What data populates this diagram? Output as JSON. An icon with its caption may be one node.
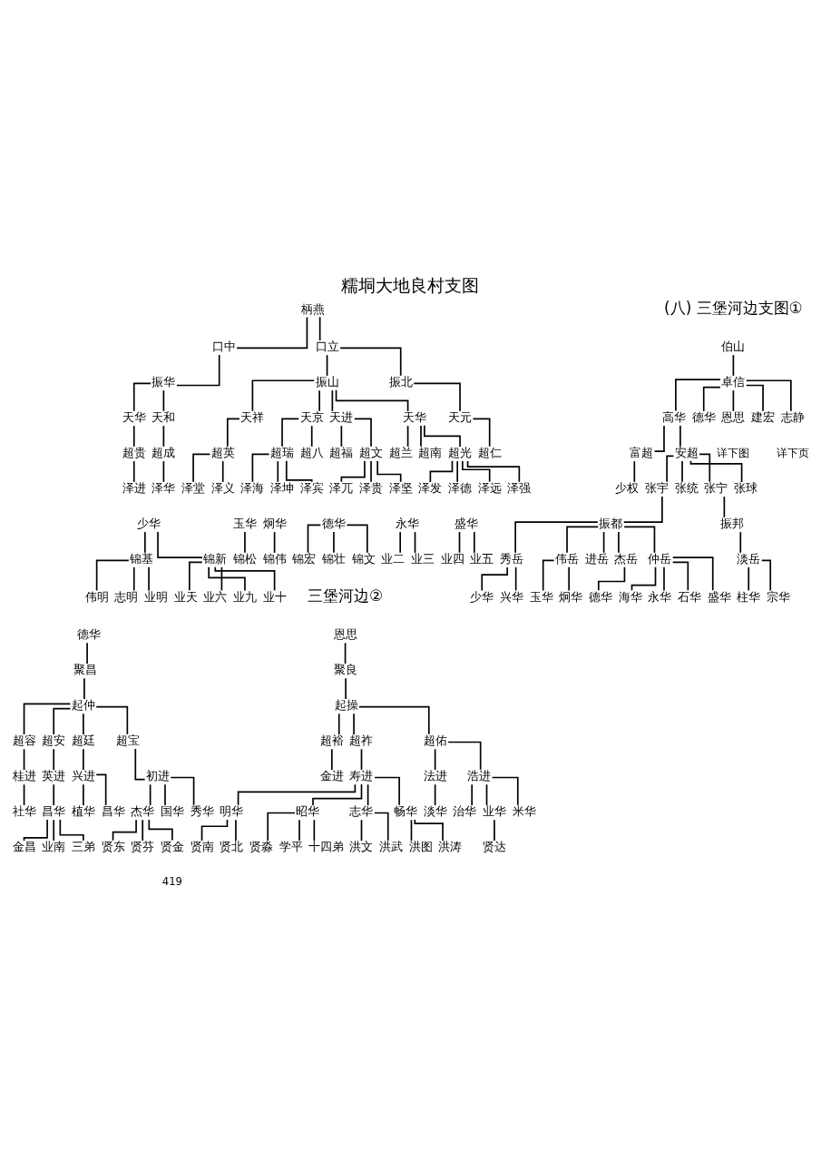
{
  "diagram": {
    "title": "糯垌大地良村支图",
    "nodes": [
      {
        "text": [
          "柄燕"
        ]
      },
      {
        "text": [
          "口中"
        ]
      },
      {
        "text": [
          "口立"
        ]
      },
      {
        "text": [
          "振华"
        ]
      },
      {
        "text": [
          "振山"
        ]
      },
      {
        "text": [
          "振北"
        ]
      },
      {
        "text": [
          "天华"
        ]
      },
      {
        "text": [
          "天和"
        ]
      },
      {
        "text": [
          "天祥"
        ]
      },
      {
        "text": [
          "天京"
        ]
      },
      {
        "text": [
          "天进"
        ]
      },
      {
        "text": [
          "天华"
        ]
      },
      {
        "text": [
          "天元"
        ]
      },
      {
        "text": [
          "超贵"
        ]
      },
      {
        "text": [
          "超成"
        ]
      },
      {
        "text": [
          "超英"
        ]
      },
      {
        "text": [
          "超瑞"
        ]
      },
      {
        "text": [
          "超八"
        ]
      },
      {
        "text": [
          "超福"
        ]
      },
      {
        "text": [
          "超文"
        ]
      },
      {
        "text": [
          "超兰"
        ]
      },
      {
        "text": [
          "超南"
        ]
      },
      {
        "text": [
          "超光"
        ]
      },
      {
        "text": [
          "超仁"
        ]
      },
      {
        "text": [
          "泽进"
        ]
      },
      {
        "text": [
          "泽华"
        ]
      },
      {
        "text": [
          "泽堂"
        ]
      },
      {
        "text": [
          "泽义"
        ]
      },
      {
        "text": [
          "泽海"
        ]
      },
      {
        "text": [
          "泽坤"
        ]
      },
      {
        "text": [
          "泽宾"
        ]
      },
      {
        "text": [
          "泽兀"
        ]
      },
      {
        "text": [
          "泽贵"
        ]
      },
      {
        "text": [
          "泽坚"
        ]
      },
      {
        "text": [
          "泽发"
        ]
      },
      {
        "text": [
          "泽德"
        ]
      },
      {
        "text": [
          "泽远"
        ]
      },
      {
        "text": [
          "泽强"
        ]
      },
      {
        "text": [
          "少华"
        ]
      },
      {
        "text": [
          "玉华"
        ]
      },
      {
        "text": [
          "炯华"
        ]
      },
      {
        "text": [
          "德华"
        ]
      },
      {
        "text": [
          "永华"
        ]
      },
      {
        "text": [
          "盛华"
        ]
      },
      {
        "text": [
          "锦基"
        ]
      },
      {
        "text": [
          "锦新"
        ]
      },
      {
        "text": [
          "锦松"
        ]
      },
      {
        "text": [
          "锦伟"
        ]
      },
      {
        "text": [
          "锦宏"
        ]
      },
      {
        "text": [
          "锦壮"
        ]
      },
      {
        "text": [
          "锦文"
        ]
      },
      {
        "text": [
          "业二"
        ]
      },
      {
        "text": [
          "业三"
        ]
      },
      {
        "text": [
          "业四"
        ]
      },
      {
        "text": [
          "业五"
        ]
      },
      {
        "text": [
          "伟明"
        ]
      },
      {
        "text": [
          "志明"
        ]
      },
      {
        "text": [
          "业明"
        ]
      },
      {
        "text": [
          "业天"
        ]
      },
      {
        "text": [
          "业六"
        ]
      },
      {
        "text": [
          "业九"
        ]
      },
      {
        "text": [
          "业十"
        ]
      },
      {
        "text": [
          "伯山"
        ]
      },
      {
        "text": [
          "卓信"
        ]
      },
      {
        "text": [
          "高华"
        ]
      },
      {
        "text": [
          "德华"
        ]
      },
      {
        "text": [
          "恩思"
        ]
      },
      {
        "text": [
          "建宏"
        ]
      },
      {
        "text": [
          "志静"
        ]
      },
      {
        "text": [
          "富超"
        ]
      },
      {
        "text": [
          "安超"
        ]
      },
      {
        "text": [
          "少权"
        ]
      },
      {
        "text": [
          "张宇"
        ]
      },
      {
        "text": [
          "张统"
        ]
      },
      {
        "text": [
          "张宁"
        ]
      },
      {
        "text": [
          "张球"
        ]
      },
      {
        "text": [
          "振都"
        ]
      },
      {
        "text": [
          "振邦"
        ]
      },
      {
        "text": [
          "秀岳"
        ]
      },
      {
        "text": [
          "伟岳"
        ]
      },
      {
        "text": [
          "进岳"
        ]
      },
      {
        "text": [
          "杰岳"
        ]
      },
      {
        "text": [
          "仲岳"
        ]
      },
      {
        "text": [
          "淡岳"
        ]
      },
      {
        "text": [
          "少华"
        ]
      },
      {
        "text": [
          "兴华"
        ]
      },
      {
        "text": [
          "玉华"
        ]
      },
      {
        "text": [
          "炯华"
        ]
      },
      {
        "text": [
          "德华"
        ]
      },
      {
        "text": [
          "海华"
        ]
      },
      {
        "text": [
          "永华"
        ]
      },
      {
        "text": [
          "石华"
        ]
      },
      {
        "text": [
          "盛华"
        ]
      },
      {
        "text": [
          "柱华"
        ]
      },
      {
        "text": [
          "宗华"
        ]
      },
      {
        "text": [
          "德华"
        ]
      },
      {
        "text": [
          "聚昌"
        ]
      },
      {
        "text": [
          "起仲"
        ]
      },
      {
        "text": [
          "超容"
        ]
      },
      {
        "text": [
          "超安"
        ]
      },
      {
        "text": [
          "超廷"
        ]
      },
      {
        "text": [
          "超宝"
        ]
      },
      {
        "text": [
          "桂进"
        ]
      },
      {
        "text": [
          "英进"
        ]
      },
      {
        "text": [
          "兴进"
        ]
      },
      {
        "text": [
          "初进"
        ]
      },
      {
        "text": [
          "社华"
        ]
      },
      {
        "text": [
          "昌华"
        ]
      },
      {
        "text": [
          "植华"
        ]
      },
      {
        "text": [
          "昌华"
        ]
      },
      {
        "text": [
          "杰华"
        ]
      },
      {
        "text": [
          "国华"
        ]
      },
      {
        "text": [
          "秀华"
        ]
      },
      {
        "text": [
          "金昌"
        ]
      },
      {
        "text": [
          "业南"
        ]
      },
      {
        "text": [
          "三弟"
        ]
      },
      {
        "text": [
          "贤东"
        ]
      },
      {
        "text": [
          "贤芬"
        ]
      },
      {
        "text": [
          "贤金"
        ]
      },
      {
        "text": [
          "恩思"
        ]
      },
      {
        "text": [
          "聚良"
        ]
      },
      {
        "text": [
          "起操"
        ]
      },
      {
        "text": [
          "超裕"
        ]
      },
      {
        "text": [
          "超祚"
        ]
      },
      {
        "text": [
          "超佑"
        ]
      },
      {
        "text": [
          "金进"
        ]
      },
      {
        "text": [
          "寿进"
        ]
      },
      {
        "text": [
          "法进"
        ]
      },
      {
        "text": [
          "浩进"
        ]
      },
      {
        "text": [
          "明华"
        ]
      },
      {
        "text": [
          "昭华"
        ]
      },
      {
        "text": [
          "志华"
        ]
      },
      {
        "text": [
          "畅华"
        ]
      },
      {
        "text": [
          "淡华"
        ]
      },
      {
        "text": [
          "治华"
        ]
      },
      {
        "text": [
          "业华"
        ]
      },
      {
        "text": [
          "米华"
        ]
      },
      {
        "text": [
          "贤南"
        ]
      },
      {
        "text": [
          "贤北"
        ]
      },
      {
        "text": [
          "贤淼"
        ]
      },
      {
        "text": [
          "学平"
        ]
      },
      {
        "text": [
          "十四弟"
        ]
      },
      {
        "text": [
          "洪文"
        ]
      },
      {
        "text": [
          "洪武"
        ]
      },
      {
        "text": [
          "洪图"
        ]
      },
      {
        "text": [
          "洪涛"
        ]
      },
      {
        "text": [
          "贤达"
        ]
      }
    ],
    "edges": [
      {
        "from": 0,
        "to": 1,
        "arrow": "none"
      },
      {
        "from": 0,
        "to": 2,
        "arrow": "none"
      },
      {
        "from": 1,
        "to": 3,
        "arrow": "none"
      },
      {
        "from": 2,
        "to": 4,
        "arrow": "none"
      },
      {
        "from": 2,
        "to": 5,
        "arrow": "none"
      },
      {
        "from": 3,
        "to": 6,
        "arrow": "none"
      },
      {
        "from": 3,
        "to": 7,
        "arrow": "none"
      },
      {
        "from": 4,
        "to": 8,
        "arrow": "none"
      },
      {
        "from": 4,
        "to": 9,
        "arrow": "none"
      },
      {
        "from": 4,
        "to": 10,
        "arrow": "none"
      },
      {
        "from": 4,
        "to": 11,
        "arrow": "none"
      },
      {
        "from": 5,
        "to": 12,
        "arrow": "none"
      },
      {
        "from": 6,
        "to": 13,
        "arrow": "none"
      },
      {
        "from": 7,
        "to": 14,
        "arrow": "none"
      },
      {
        "from": 8,
        "to": 15,
        "arrow": "none"
      },
      {
        "from": 9,
        "to": 16,
        "arrow": "none"
      },
      {
        "from": 9,
        "to": 17,
        "arrow": "none"
      },
      {
        "from": 10,
        "to": 18,
        "arrow": "none"
      },
      {
        "from": 10,
        "to": 19,
        "arrow": "none"
      },
      {
        "from": 11,
        "to": 20,
        "arrow": "none"
      },
      {
        "from": 11,
        "to": 21,
        "arrow": "none"
      },
      {
        "from": 11,
        "to": 22,
        "arrow": "none"
      },
      {
        "from": 12,
        "to": 23,
        "arrow": "none"
      },
      {
        "from": 13,
        "to": 24,
        "arrow": "none"
      },
      {
        "from": 14,
        "to": 25,
        "arrow": "none"
      },
      {
        "from": 15,
        "to": 26,
        "arrow": "none"
      },
      {
        "from": 15,
        "to": 27,
        "arrow": "none"
      },
      {
        "from": 16,
        "to": 28,
        "arrow": "none"
      },
      {
        "from": 16,
        "to": 29,
        "arrow": "none"
      },
      {
        "from": 16,
        "to": 30,
        "arrow": "none"
      },
      {
        "from": 19,
        "to": 31,
        "arrow": "none"
      },
      {
        "from": 19,
        "to": 32,
        "arrow": "none"
      },
      {
        "from": 19,
        "to": 33,
        "arrow": "none"
      },
      {
        "from": 22,
        "to": 34,
        "arrow": "none"
      },
      {
        "from": 22,
        "to": 35,
        "arrow": "none"
      },
      {
        "from": 22,
        "to": 36,
        "arrow": "none"
      },
      {
        "from": 22,
        "to": 37,
        "arrow": "none"
      },
      {
        "from": 38,
        "to": 44,
        "arrow": "none"
      },
      {
        "from": 38,
        "to": 45,
        "arrow": "none"
      },
      {
        "from": 39,
        "to": 46,
        "arrow": "none"
      },
      {
        "from": 40,
        "to": 47,
        "arrow": "none"
      },
      {
        "from": 41,
        "to": 48,
        "arrow": "none"
      },
      {
        "from": 41,
        "to": 49,
        "arrow": "none"
      },
      {
        "from": 41,
        "to": 50,
        "arrow": "none"
      },
      {
        "from": 42,
        "to": 51,
        "arrow": "none"
      },
      {
        "from": 42,
        "to": 52,
        "arrow": "none"
      },
      {
        "from": 43,
        "to": 53,
        "arrow": "none"
      },
      {
        "from": 43,
        "to": 54,
        "arrow": "none"
      },
      {
        "from": 44,
        "to": 55,
        "arrow": "none"
      },
      {
        "from": 44,
        "to": 56,
        "arrow": "none"
      },
      {
        "from": 44,
        "to": 57,
        "arrow": "none"
      },
      {
        "from": 45,
        "to": 58,
        "arrow": "none"
      },
      {
        "from": 45,
        "to": 59,
        "arrow": "none"
      },
      {
        "from": 45,
        "to": 60,
        "arrow": "none"
      },
      {
        "from": 45,
        "to": 61,
        "arrow": "none"
      },
      {
        "from": 62,
        "to": 63,
        "arrow": "none"
      },
      {
        "from": 63,
        "to": 64,
        "arrow": "none"
      },
      {
        "from": 63,
        "to": 65,
        "arrow": "none"
      },
      {
        "from": 63,
        "to": 66,
        "arrow": "none"
      },
      {
        "from": 63,
        "to": 67,
        "arrow": "none"
      },
      {
        "from": 63,
        "to": 68,
        "arrow": "none"
      },
      {
        "from": 64,
        "to": 69,
        "arrow": "none"
      },
      {
        "from": 64,
        "to": 70,
        "arrow": "none"
      },
      {
        "from": 69,
        "to": 71,
        "arrow": "none"
      },
      {
        "from": 70,
        "to": 72,
        "arrow": "none"
      },
      {
        "from": 70,
        "to": 73,
        "arrow": "none"
      },
      {
        "from": 70,
        "to": 74,
        "arrow": "none"
      },
      {
        "from": 70,
        "to": 75,
        "arrow": "none"
      },
      {
        "from": 72,
        "to": 76,
        "arrow": "none"
      },
      {
        "from": 74,
        "to": 77,
        "arrow": "none"
      },
      {
        "from": 76,
        "to": 78,
        "arrow": "none"
      },
      {
        "from": 76,
        "to": 79,
        "arrow": "none"
      },
      {
        "from": 76,
        "to": 80,
        "arrow": "none"
      },
      {
        "from": 76,
        "to": 81,
        "arrow": "none"
      },
      {
        "from": 76,
        "to": 82,
        "arrow": "none"
      },
      {
        "from": 77,
        "to": 83,
        "arrow": "none"
      },
      {
        "from": 78,
        "to": 84,
        "arrow": "none"
      },
      {
        "from": 78,
        "to": 85,
        "arrow": "none"
      },
      {
        "from": 79,
        "to": 86,
        "arrow": "none"
      },
      {
        "from": 79,
        "to": 87,
        "arrow": "none"
      },
      {
        "from": 81,
        "to": 88,
        "arrow": "none"
      },
      {
        "from": 82,
        "to": 89,
        "arrow": "none"
      },
      {
        "from": 82,
        "to": 90,
        "arrow": "none"
      },
      {
        "from": 82,
        "to": 91,
        "arrow": "none"
      },
      {
        "from": 82,
        "to": 92,
        "arrow": "none"
      },
      {
        "from": 83,
        "to": 93,
        "arrow": "none"
      },
      {
        "from": 83,
        "to": 94,
        "arrow": "none"
      },
      {
        "from": 95,
        "to": 96,
        "arrow": "none"
      },
      {
        "from": 96,
        "to": 97,
        "arrow": "none"
      },
      {
        "from": 97,
        "to": 98,
        "arrow": "none"
      },
      {
        "from": 97,
        "to": 99,
        "arrow": "none"
      },
      {
        "from": 97,
        "to": 100,
        "arrow": "none"
      },
      {
        "from": 97,
        "to": 101,
        "arrow": "none"
      },
      {
        "from": 98,
        "to": 102,
        "arrow": "none"
      },
      {
        "from": 99,
        "to": 103,
        "arrow": "none"
      },
      {
        "from": 100,
        "to": 104,
        "arrow": "none"
      },
      {
        "from": 101,
        "to": 105,
        "arrow": "none"
      },
      {
        "from": 102,
        "to": 106,
        "arrow": "none"
      },
      {
        "from": 103,
        "to": 107,
        "arrow": "none"
      },
      {
        "from": 104,
        "to": 108,
        "arrow": "none"
      },
      {
        "from": 104,
        "to": 109,
        "arrow": "none"
      },
      {
        "from": 105,
        "to": 110,
        "arrow": "none"
      },
      {
        "from": 105,
        "to": 111,
        "arrow": "none"
      },
      {
        "from": 105,
        "to": 112,
        "arrow": "none"
      },
      {
        "from": 107,
        "to": 113,
        "arrow": "none"
      },
      {
        "from": 107,
        "to": 114,
        "arrow": "none"
      },
      {
        "from": 107,
        "to": 115,
        "arrow": "none"
      },
      {
        "from": 110,
        "to": 116,
        "arrow": "none"
      },
      {
        "from": 110,
        "to": 117,
        "arrow": "none"
      },
      {
        "from": 110,
        "to": 118,
        "arrow": "none"
      },
      {
        "from": 119,
        "to": 120,
        "arrow": "none"
      },
      {
        "from": 120,
        "to": 121,
        "arrow": "none"
      },
      {
        "from": 121,
        "to": 122,
        "arrow": "none"
      },
      {
        "from": 121,
        "to": 123,
        "arrow": "none"
      },
      {
        "from": 121,
        "to": 124,
        "arrow": "none"
      },
      {
        "from": 122,
        "to": 125,
        "arrow": "none"
      },
      {
        "from": 123,
        "to": 126,
        "arrow": "none"
      },
      {
        "from": 124,
        "to": 127,
        "arrow": "none"
      },
      {
        "from": 124,
        "to": 128,
        "arrow": "none"
      },
      {
        "from": 126,
        "to": 129,
        "arrow": "none"
      },
      {
        "from": 126,
        "to": 130,
        "arrow": "none"
      },
      {
        "from": 126,
        "to": 131,
        "arrow": "none"
      },
      {
        "from": 126,
        "to": 132,
        "arrow": "none"
      },
      {
        "from": 127,
        "to": 133,
        "arrow": "none"
      },
      {
        "from": 128,
        "to": 134,
        "arrow": "none"
      },
      {
        "from": 128,
        "to": 135,
        "arrow": "none"
      },
      {
        "from": 128,
        "to": 136,
        "arrow": "none"
      },
      {
        "from": 129,
        "to": 137,
        "arrow": "none"
      },
      {
        "from": 129,
        "to": 138,
        "arrow": "none"
      },
      {
        "from": 130,
        "to": 139,
        "arrow": "none"
      },
      {
        "from": 130,
        "to": 140,
        "arrow": "none"
      },
      {
        "from": 130,
        "to": 141,
        "arrow": "none"
      },
      {
        "from": 131,
        "to": 142,
        "arrow": "none"
      },
      {
        "from": 131,
        "to": 143,
        "arrow": "none"
      },
      {
        "from": 132,
        "to": 144,
        "arrow": "none"
      },
      {
        "from": 132,
        "to": 145,
        "arrow": "none"
      },
      {
        "from": 135,
        "to": 146,
        "arrow": "none"
      }
    ],
    "labels": [
      "(八) 三堡河边支图①",
      "详下图",
      "详下页",
      "三堡河边②",
      "419"
    ]
  }
}
